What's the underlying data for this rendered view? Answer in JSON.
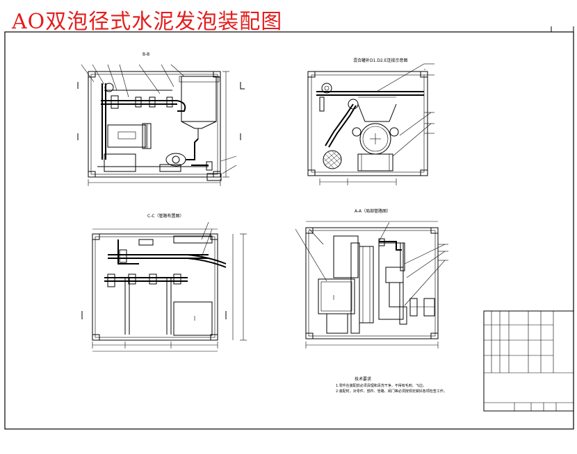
{
  "title": "AO双泡径式水泥发泡装配图",
  "colors": {
    "title": "#e41d1d",
    "lines": "#000000",
    "background": "#ffffff"
  },
  "views": [
    {
      "id": "top-left",
      "label": "B-B"
    },
    {
      "id": "top-right",
      "label": "混合罐补D1.D2.E连接示意图"
    },
    {
      "id": "bottom-left",
      "label": "C-C（管路布置图）"
    },
    {
      "id": "bottom-right",
      "label": "A-A（局部管路图）"
    }
  ],
  "notes": {
    "heading": "技术要求",
    "line1": "1.零件在装配前必须清理和清洗干净，不得有毛刺、飞边。",
    "line2": "2.装配时，对零件、部件、管路、阀门等必须按规定做好各项检查工作。"
  }
}
